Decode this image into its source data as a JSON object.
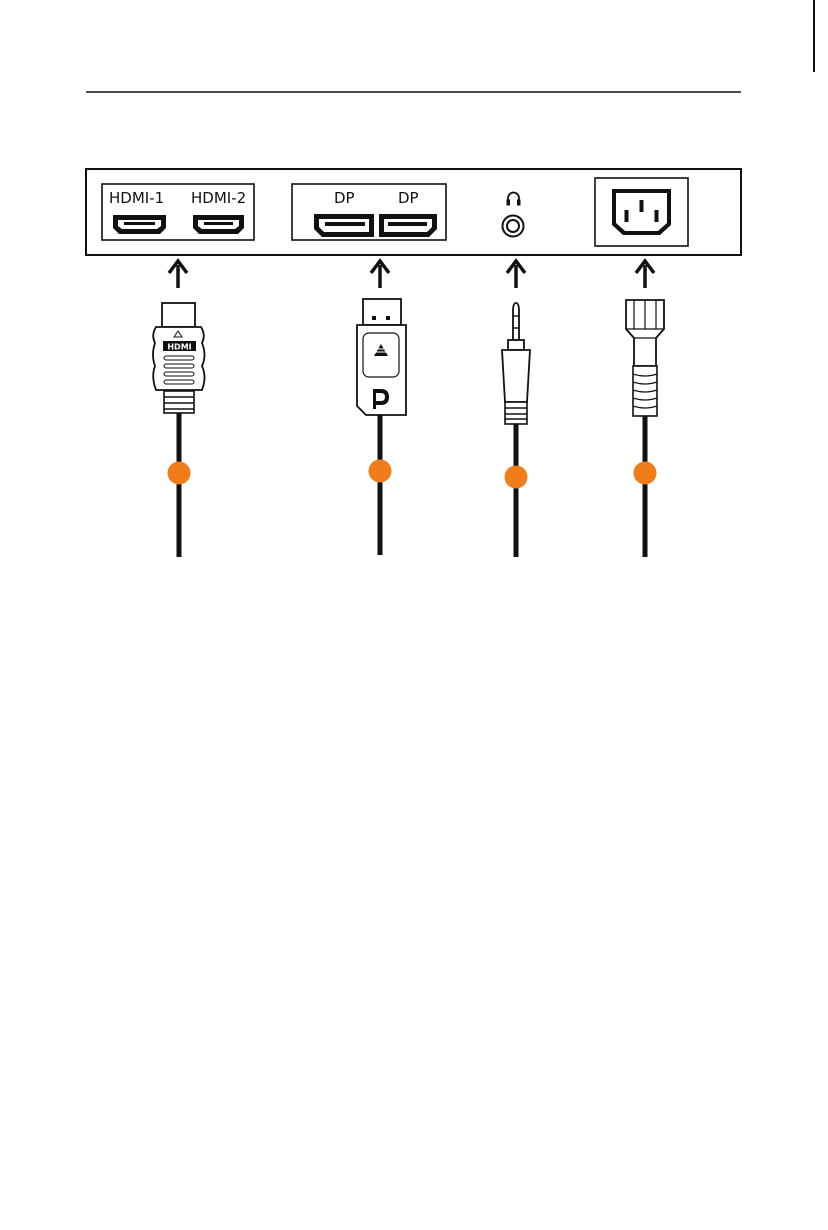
{
  "panel": {
    "hdmi_group": {
      "labels": [
        "HDMI-1",
        "HDMI-2"
      ]
    },
    "dp_group": {
      "labels": [
        "DP",
        "DP"
      ]
    },
    "audio": {
      "icon": "headphone-icon"
    },
    "power": {
      "icon": "ac-inlet-icon"
    }
  },
  "cables": [
    {
      "connector": "hdmi-plug",
      "logo": "HDMI"
    },
    {
      "connector": "displayport-plug",
      "logo": "DisplayPort"
    },
    {
      "connector": "audio-jack-plug"
    },
    {
      "connector": "power-plug"
    }
  ],
  "colors": {
    "marker": "#f07d1a",
    "line": "#111111"
  }
}
